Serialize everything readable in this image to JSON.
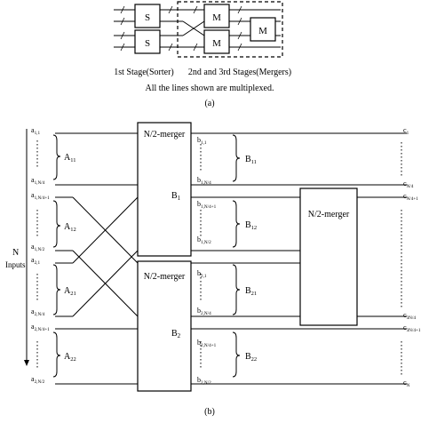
{
  "part_a": {
    "sorter_label": "S",
    "merger_label": "M",
    "stage1_caption": "1st Stage(Sorter)",
    "stage23_caption": "2nd and 3rd Stages(Mergers)",
    "note": "All the lines shown are multiplexed.",
    "caption": "(a)"
  },
  "part_b": {
    "n_label": "N",
    "inputs_label": "Inputs",
    "merger1": "N/2-merger",
    "merger2": "N/2-merger",
    "merger3": "N/2-merger",
    "B1": "B",
    "B1_sub": "1",
    "B2": "B",
    "B2_sub": "2",
    "groups_in": [
      {
        "name": "A",
        "sub": "11"
      },
      {
        "name": "A",
        "sub": "12"
      },
      {
        "name": "A",
        "sub": "21"
      },
      {
        "name": "A",
        "sub": "22"
      }
    ],
    "groups_out": [
      {
        "name": "B",
        "sub": "11"
      },
      {
        "name": "B",
        "sub": "12"
      },
      {
        "name": "B",
        "sub": "21"
      },
      {
        "name": "B",
        "sub": "22"
      }
    ],
    "in_labels": [
      {
        "base": "a",
        "sub": "1,1"
      },
      {
        "base": "a",
        "sub": "1,N/4"
      },
      {
        "base": "a",
        "sub": "1,N/4+1"
      },
      {
        "base": "a",
        "sub": "1,N/2"
      },
      {
        "base": "a",
        "sub": "2,1"
      },
      {
        "base": "a",
        "sub": "2,N/4"
      },
      {
        "base": "a",
        "sub": "2,N/4+1"
      },
      {
        "base": "a",
        "sub": "2,N/2"
      }
    ],
    "mid_labels": [
      {
        "base": "b",
        "sub": "1,1"
      },
      {
        "base": "b",
        "sub": "1,N/4"
      },
      {
        "base": "b",
        "sub": "1,N/4+1"
      },
      {
        "base": "b",
        "sub": "1,N/2"
      },
      {
        "base": "b",
        "sub": "2,1"
      },
      {
        "base": "b",
        "sub": "2,N/4"
      },
      {
        "base": "b",
        "sub": "2,N/4+1"
      },
      {
        "base": "b",
        "sub": "2,N/2"
      }
    ],
    "out_labels": [
      {
        "base": "c",
        "sub": "1"
      },
      {
        "base": "c",
        "sub": "N/4"
      },
      {
        "base": "c",
        "sub": "N/4+1"
      },
      {
        "base": "c",
        "sub": "3N/4"
      },
      {
        "base": "c",
        "sub": "3N/4+1"
      },
      {
        "base": "c",
        "sub": "N"
      }
    ],
    "caption": "(b)"
  }
}
